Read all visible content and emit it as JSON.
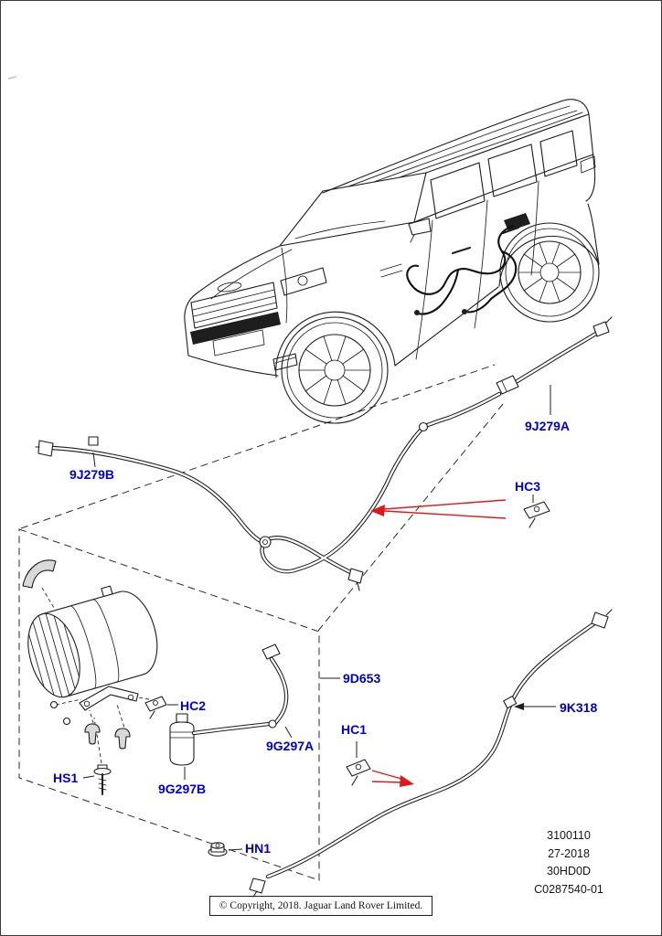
{
  "labels": {
    "p9J279A": "9J279A",
    "p9J279B": "9J279B",
    "pHC3": "HC3",
    "p9D653": "9D653",
    "p9K318": "9K318",
    "pHC2": "HC2",
    "pHC1": "HC1",
    "p9G297A": "9G297A",
    "p9G297B": "9G297B",
    "pHS1": "HS1",
    "pHN1": "HN1"
  },
  "footer": {
    "refs": [
      "3100110",
      "27-2018",
      "30HD0D",
      "C0287540-01"
    ],
    "copyright": "© Copyright, 2018. Jaguar Land Rover Limited."
  },
  "colors": {
    "label_blue": "#0000cc",
    "arrow_red": "#e01818",
    "line_black": "#1c1c1c"
  }
}
